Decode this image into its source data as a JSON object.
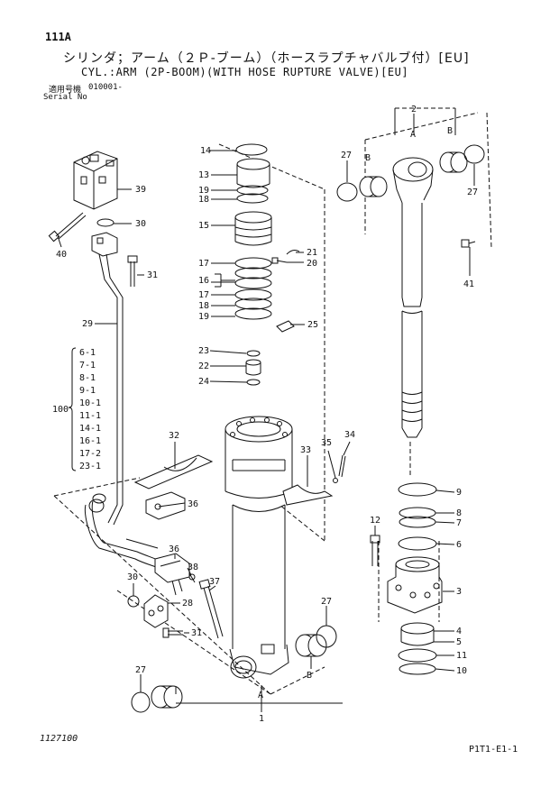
{
  "header": {
    "page_code": "111A",
    "title_jp": "シリンダ；アーム（２Ｐ-ブーム）（ホースラプチャバルブ付）[EU]",
    "title_en": "CYL.:ARM (2P-BOOM)(WITH HOSE RUPTURE VALVE)[EU]",
    "serial_label_jp": "適用号機",
    "serial_value": "010001-",
    "serial_label_en": "Serial No"
  },
  "footer": {
    "drawing_no": "1127100",
    "page_ref": "P1T1-E1-1"
  },
  "labels": {
    "n1": "1",
    "n2": "2",
    "n3": "3",
    "n4": "4",
    "n5": "5",
    "n6": "6",
    "n7": "7",
    "n8": "8",
    "n9": "9",
    "n10": "10",
    "n11": "11",
    "n12": "12",
    "n13": "13",
    "n14": "14",
    "n15": "15",
    "n16": "16",
    "n17a": "17",
    "n17b": "17",
    "n18a": "18",
    "n18b": "18",
    "n19a": "19",
    "n19b": "19",
    "n20": "20",
    "n21": "21",
    "n22": "22",
    "n23": "23",
    "n24": "24",
    "n25": "25",
    "n27a": "27",
    "n27b": "27",
    "n27c": "27",
    "n27d": "27",
    "n28": "28",
    "n29": "29",
    "n30a": "30",
    "n30b": "30",
    "n31a": "31",
    "n31b": "31",
    "n32": "32",
    "n33": "33",
    "n34": "34",
    "n35": "35",
    "n36a": "36",
    "n36b": "36",
    "n37": "37",
    "n38": "38",
    "n39": "39",
    "n40": "40",
    "n41": "41",
    "A_top": "A",
    "B_top_l": "B",
    "B_top_r": "B",
    "A_bot": "A",
    "B_bot": "B",
    "kit": "100",
    "kit_items": [
      "6-1",
      "7-1",
      "8-1",
      "9-1",
      "10-1",
      "11-1",
      "14-1",
      "16-1",
      "17-2",
      "23-1"
    ]
  }
}
